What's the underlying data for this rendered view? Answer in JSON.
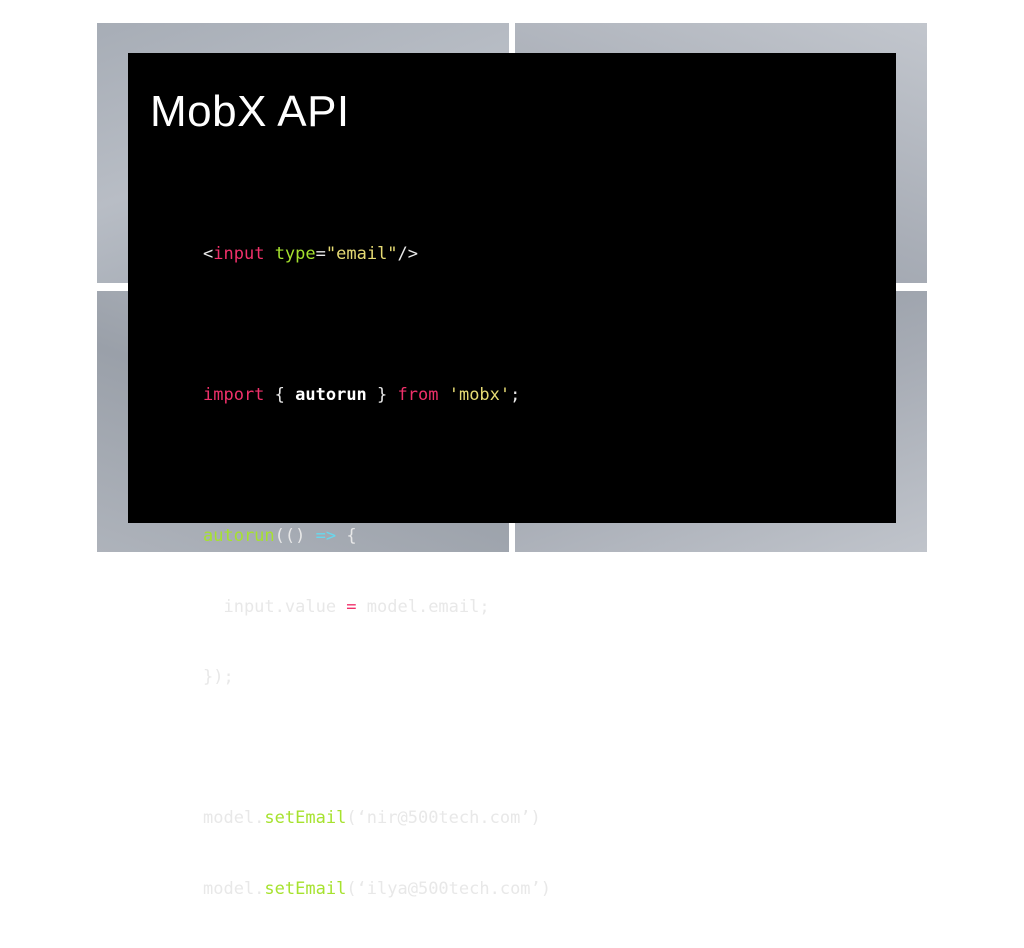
{
  "slide": {
    "title": "MobX API",
    "code": {
      "line1": {
        "open": "<",
        "tag": "input",
        "sp": " ",
        "attr": "type",
        "eq": "=",
        "val": "\"email\"",
        "close": "/>"
      },
      "line3": {
        "kw_import": "import",
        "open": " { ",
        "name": "autorun",
        "close": " } ",
        "kw_from": "from",
        "sp": " ",
        "str": "'mobx'",
        "semi": ";"
      },
      "line5": {
        "fn": "autorun",
        "args": "(() ",
        "arrow": "=>",
        "brace": " {"
      },
      "line6": {
        "lhs": "  input.value ",
        "op": "=",
        "rhs": " model.email;"
      },
      "line7": {
        "text": "});"
      },
      "line9": {
        "obj": "model.",
        "fn": "setEmail",
        "args": "(‘nir@500tech.com’)"
      },
      "line10": {
        "obj": "model.",
        "fn": "setEmail",
        "args": "(‘ilya@500tech.com’)"
      }
    }
  },
  "colors": {
    "keyword": "#f0306a",
    "attribute": "#a6e22e",
    "string": "#e6db74",
    "arrow": "#66d9ef",
    "slide_background": "#000000"
  }
}
